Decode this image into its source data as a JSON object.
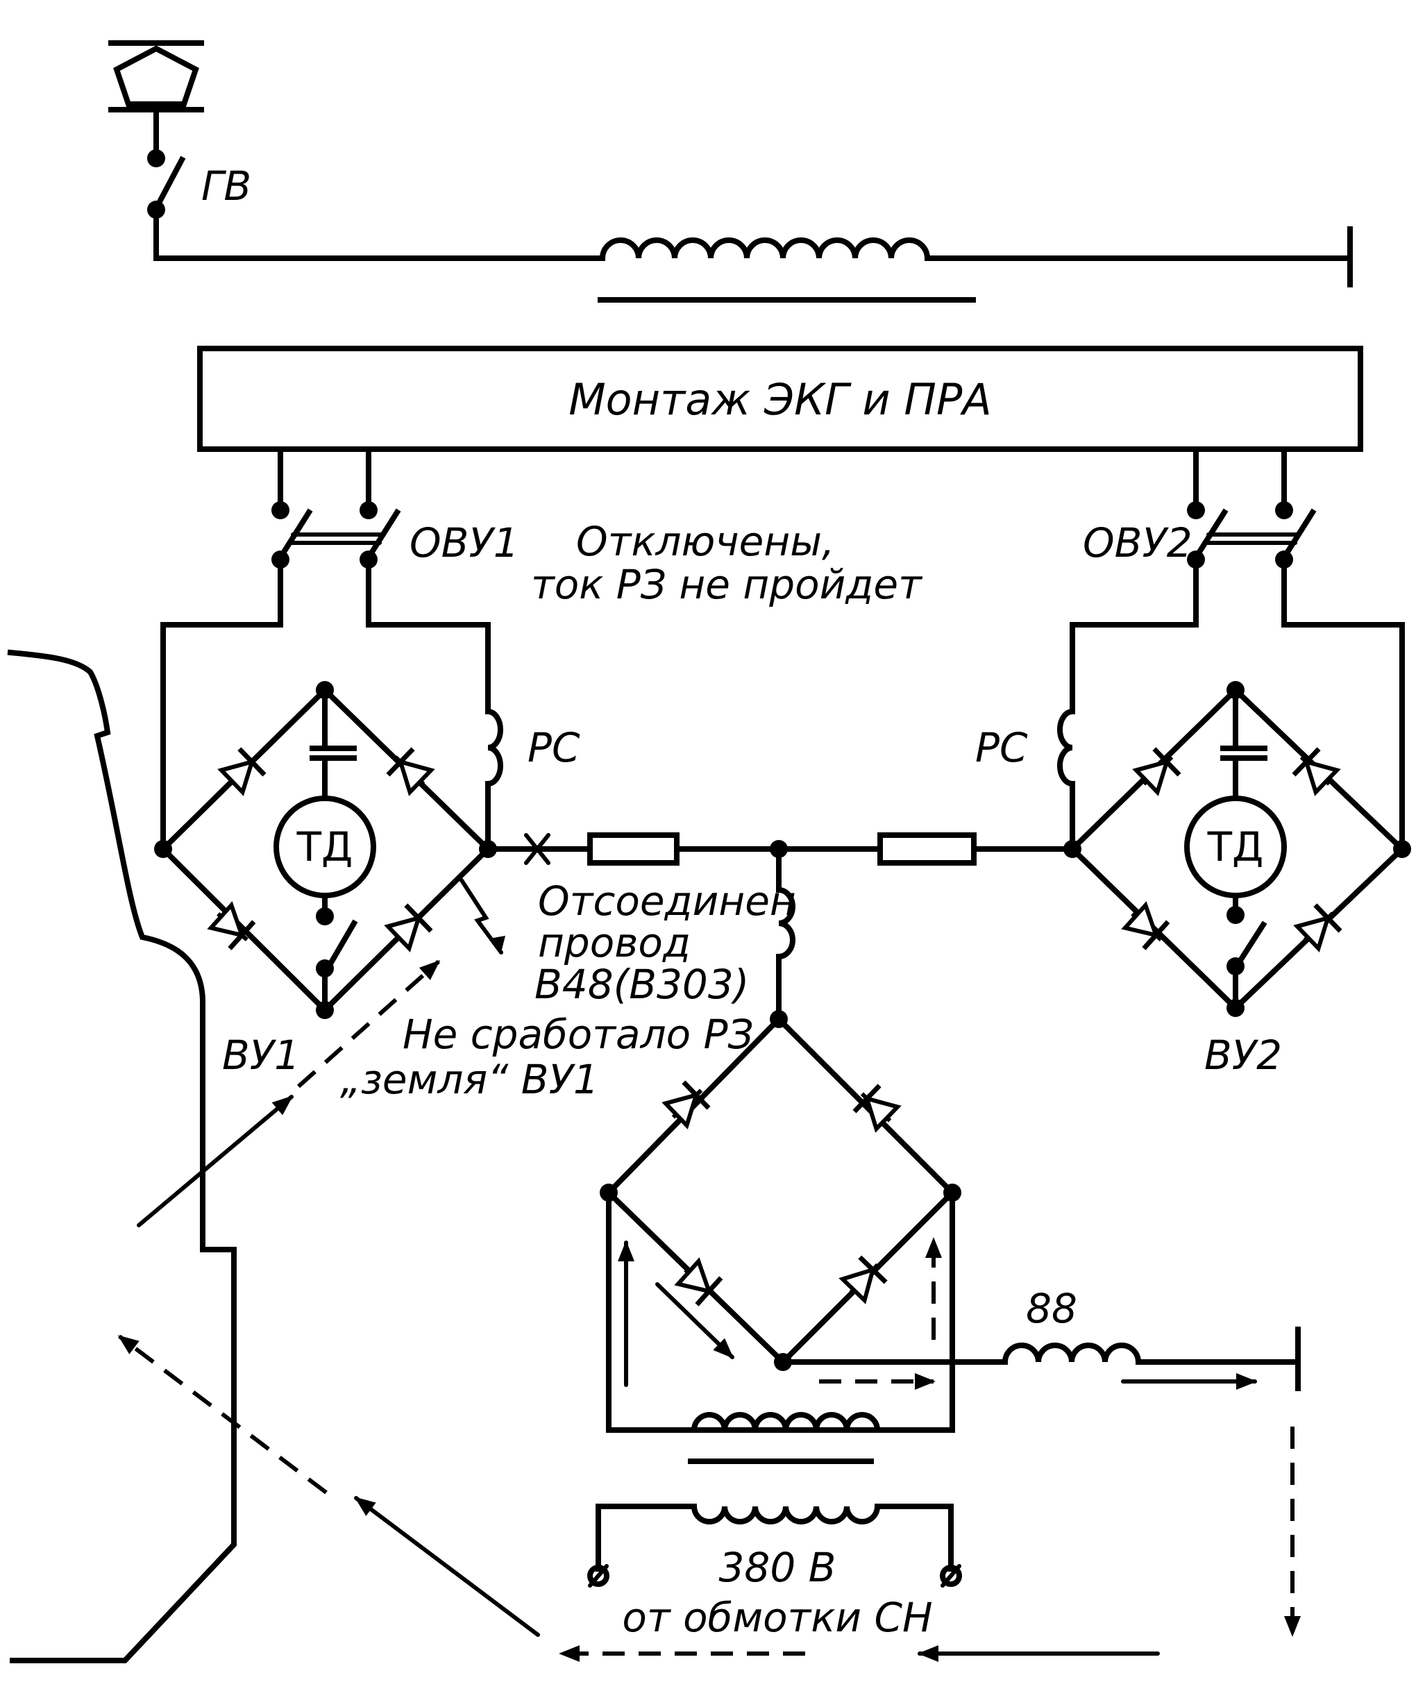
{
  "labels": {
    "gv": "ГВ",
    "block": "Монтаж ЭКГ и ПРА",
    "ovu1": "ОВУ1",
    "ovu2": "ОВУ2",
    "note_line1": "Отключены,",
    "note_line2": "ток РЗ не пройдет",
    "rs_left": "РС",
    "rs_right": "РС",
    "td_left": "ТД",
    "td_right": "ТД",
    "disconnected_line1": "Отсоединен",
    "disconnected_line2": "провод",
    "disconnected_line3": "В48(В303)",
    "not_tripped_line1": "Не сработало РЗ",
    "not_tripped_line2": "„земля“ ВУ1",
    "vu1": "ВУ1",
    "vu2": "ВУ2",
    "reactor": "88",
    "supply_line1": "380 В",
    "supply_line2": "от обмотки СН"
  }
}
